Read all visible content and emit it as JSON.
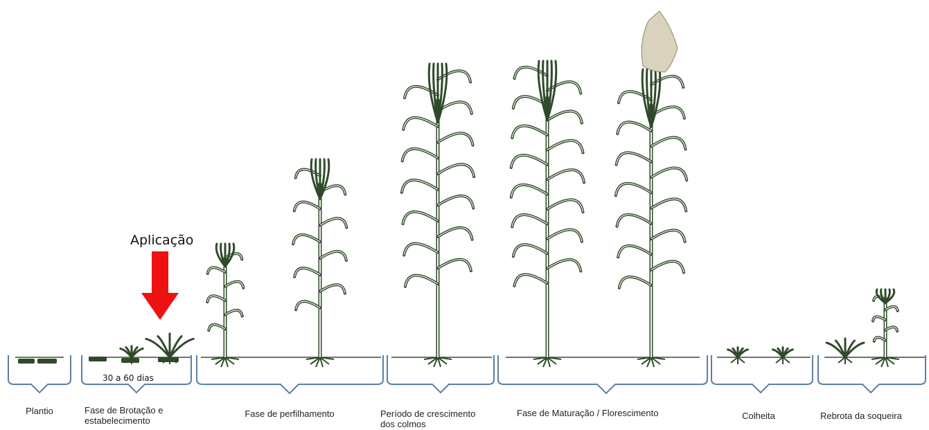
{
  "annotation": {
    "label": "Aplicação",
    "arrow_color": "#ee1111",
    "duration_label": "30 a 60 dias"
  },
  "stages": [
    {
      "id": "plantio",
      "lines": [
        "Plantio"
      ]
    },
    {
      "id": "brotacao",
      "lines": [
        "Fase de Brotação e",
        "estabelecimento"
      ]
    },
    {
      "id": "perfilhamento",
      "lines": [
        "Fase de perfilhamento"
      ]
    },
    {
      "id": "crescimento",
      "lines": [
        "Período de crescimento",
        "dos colmos"
      ]
    },
    {
      "id": "maturacao",
      "lines": [
        "Fase de Maturação / Florescimento"
      ]
    },
    {
      "id": "colheita",
      "lines": [
        "Colheita"
      ]
    },
    {
      "id": "rebrota",
      "lines": [
        "Rebrota da soqueira"
      ]
    }
  ],
  "colors": {
    "plant": "#2f4a2a",
    "bracket": "#5a7fa5",
    "soil": "#3a4a32"
  }
}
